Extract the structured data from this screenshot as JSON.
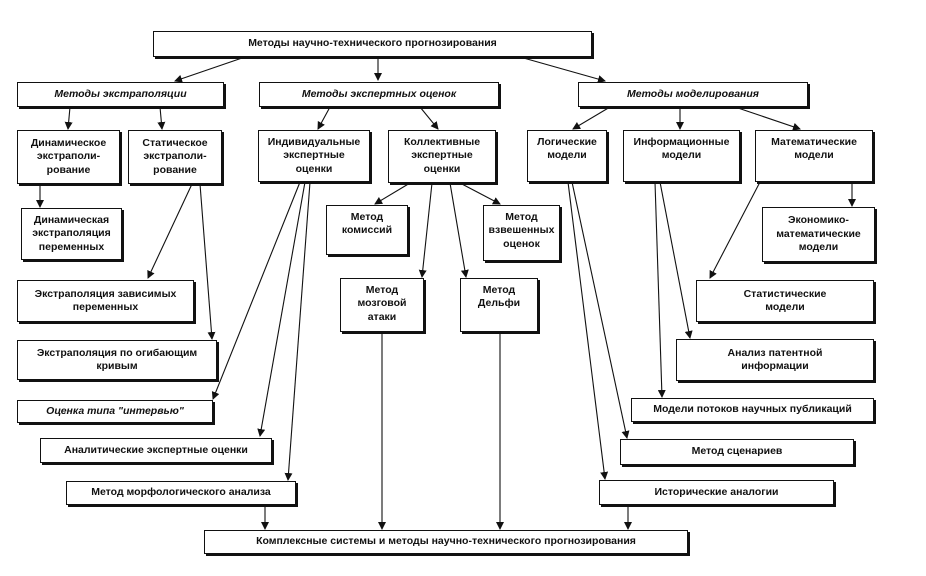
{
  "diagram": {
    "root": "Методы научно-технического прогнозирования",
    "groups": {
      "extrapolation": "Методы экстраполяции",
      "expert": "Методы экспертных оценок",
      "modeling": "Методы моделирования"
    },
    "extrapolation": {
      "dynamic": "Динамическое\nэкстраполи-\nрование",
      "static": "Статическое\nэкстраполи-\nрование",
      "dynamic_vars": "Динамическая\nэкстраполяция\nпеременных",
      "dependent": "Экстраполяция зависимых\nпеременных",
      "envelope": "Экстраполяция по огибающим\nкривым"
    },
    "expert": {
      "individual": "Индивидуальные\nэкспертные\nоценки",
      "collective": "Коллективные\nэкспертные\nоценки",
      "commissions": "Метод\nкомиссий",
      "weighted": "Метод\nвзвешенных\nоценок",
      "brainstorm": "Метод\nмозговой\nатаки",
      "delphi": "Метод\nДельфи",
      "interview": "Оценка типа \"интервью\"",
      "analytic": "Аналитические экспертные оценки",
      "morphological": "Метод морфологического анализа"
    },
    "modeling": {
      "logical": "Логические\nмодели",
      "information": "Информационные\nмодели",
      "mathematical": "Математические\nмодели",
      "economic": "Экономико-\nматематические\nмодели",
      "statistical": "Статистические\nмодели",
      "patent": "Анализ патентной\nинформации",
      "publications": "Модели потоков научных публикаций",
      "scenarios": "Метод сценариев",
      "historical": "Исторические аналогии"
    },
    "bottom": "Комплексные системы и методы научно-технического прогнозирования"
  }
}
